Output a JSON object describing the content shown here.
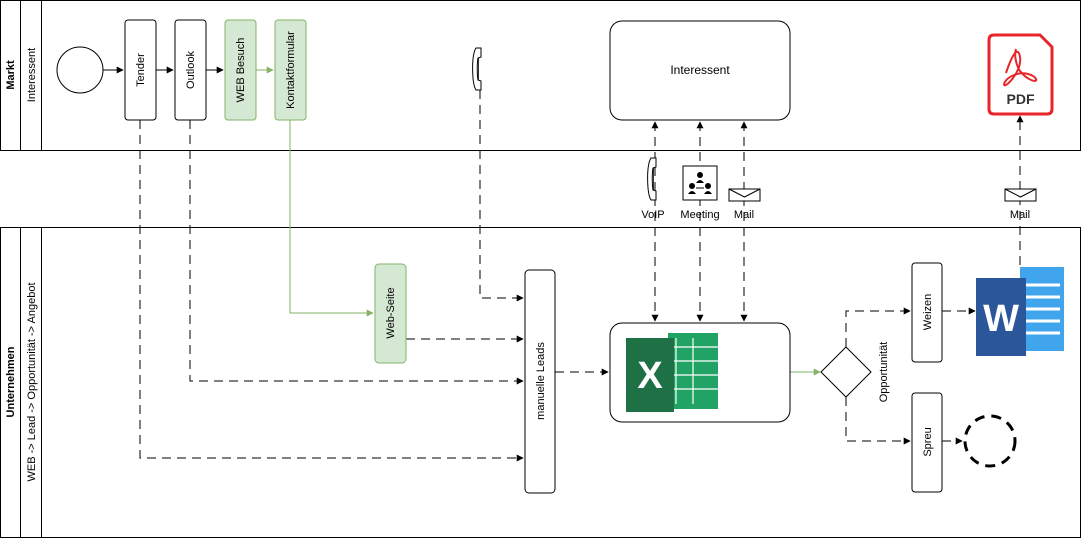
{
  "pools": {
    "markt": {
      "title": "Markt",
      "lane": "Interessent"
    },
    "unternehmen": {
      "title": "Unternehmen",
      "lane": "WEB -> Lead -> Opportunität -> Angebot"
    }
  },
  "nodes": {
    "tender": "Tender",
    "outlook": "Outlook",
    "web_besuch": "WEB Besuch",
    "kontaktformular": "Kontaktformular",
    "interessent": "Interessent",
    "web_seite": "Web-Seite",
    "manuelle_leads": "manuelle Leads",
    "opportunitaet": "Opportunität",
    "weizen": "Weizen",
    "spreu": "Spreu"
  },
  "channels": {
    "voip": "VoIP",
    "meeting": "Meeting",
    "mail_1": "Mail",
    "mail_2": "Mail"
  },
  "artifacts": {
    "pdf": "PDF",
    "excel": "X",
    "word": "W"
  },
  "colors": {
    "green_fill": "#d5e8d4",
    "green_stroke": "#82b366",
    "excel_green": "#1e7145",
    "excel_light": "#21a366",
    "word_blue": "#2b579a",
    "word_light": "#41a5ee",
    "pdf_red": "#e8262a"
  }
}
